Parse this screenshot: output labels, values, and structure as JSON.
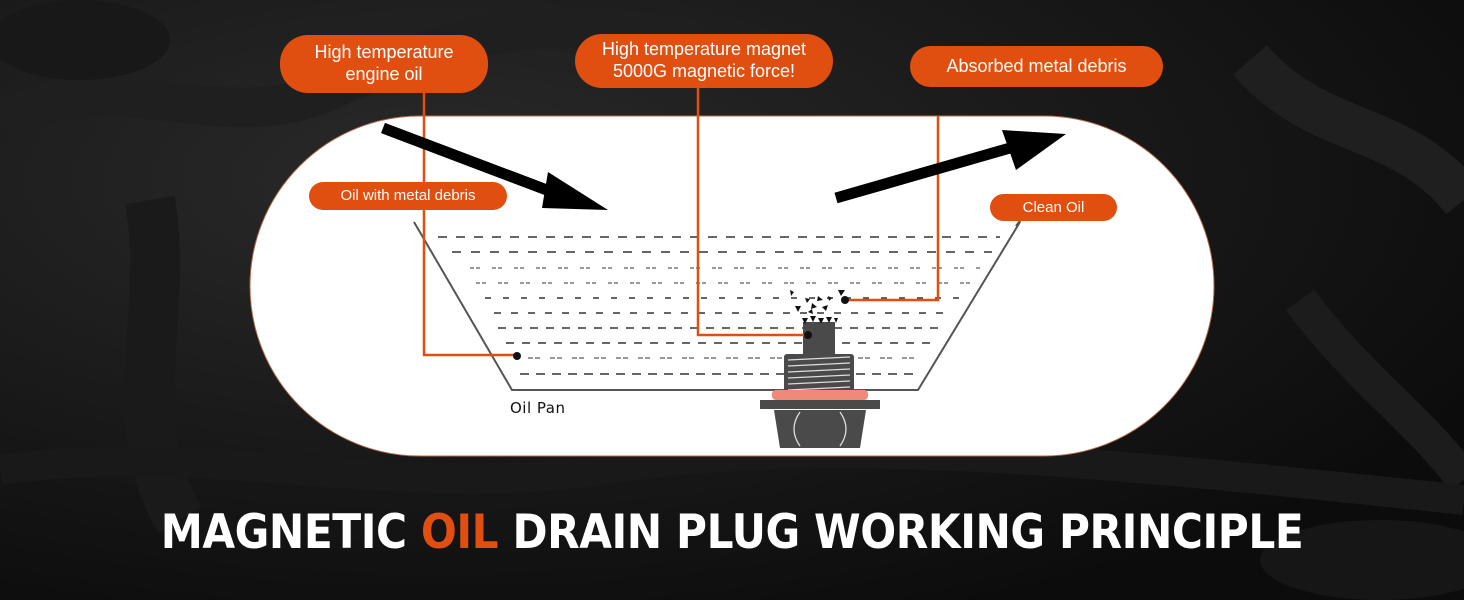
{
  "title": {
    "prefix": "MAGNETIC ",
    "accent": "OIL",
    "suffix": " DRAIN PLUG WORKING PRINCIPLE"
  },
  "callouts": {
    "engine_oil": "High temperature\nengine oil",
    "magnet_line1": "High temperature magnet",
    "magnet_line2": "5000G magnetic force!",
    "absorbed": "Absorbed metal debris",
    "oil_with_debris": "Oil with metal debris",
    "clean_oil": "Clean Oil"
  },
  "labels": {
    "oil_pan": "Oil Pan"
  },
  "colors": {
    "accent": "#e04e10",
    "panel": "#ffffff",
    "background": "#111111",
    "plug": "#4a4a4a",
    "washer": "#f08a78"
  }
}
